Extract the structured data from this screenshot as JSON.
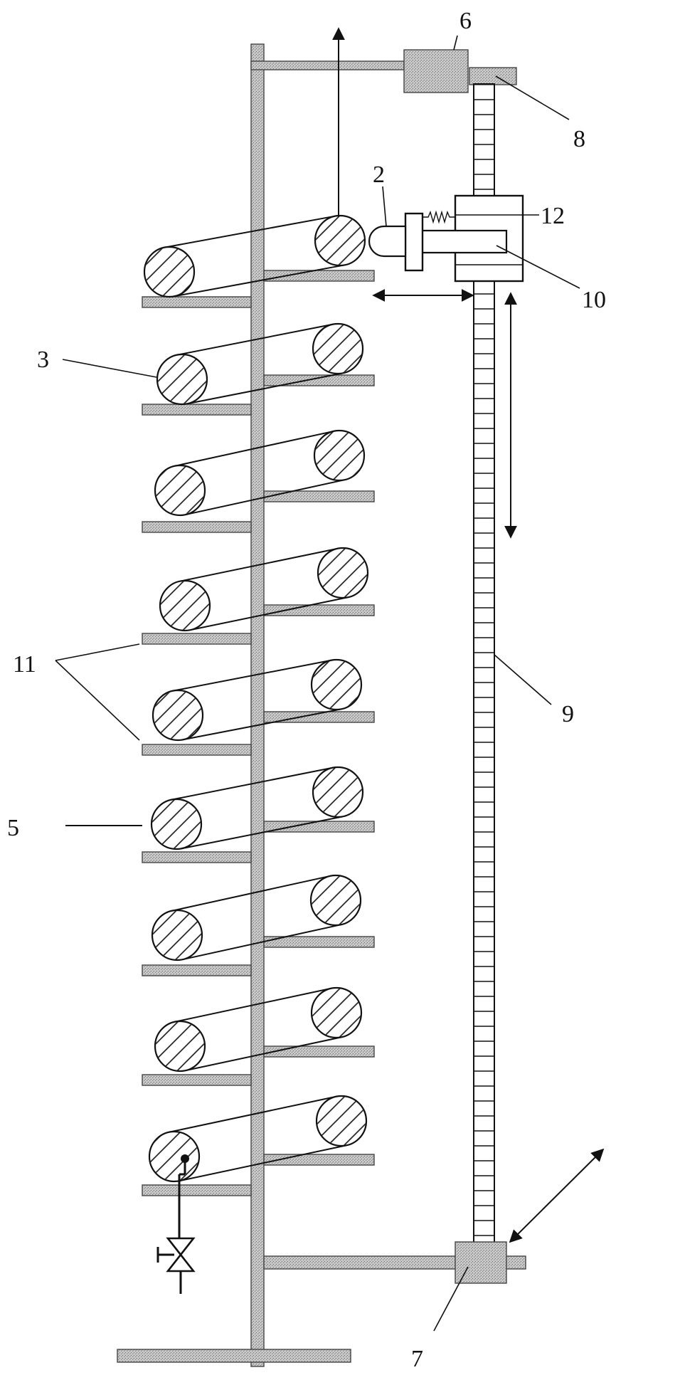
{
  "labels": {
    "l6": "6",
    "l8": "8",
    "l2": "2",
    "l12": "12",
    "l10": "10",
    "l3": "3",
    "l11": "11",
    "l9": "9",
    "l5": "5",
    "l7": "7"
  }
}
